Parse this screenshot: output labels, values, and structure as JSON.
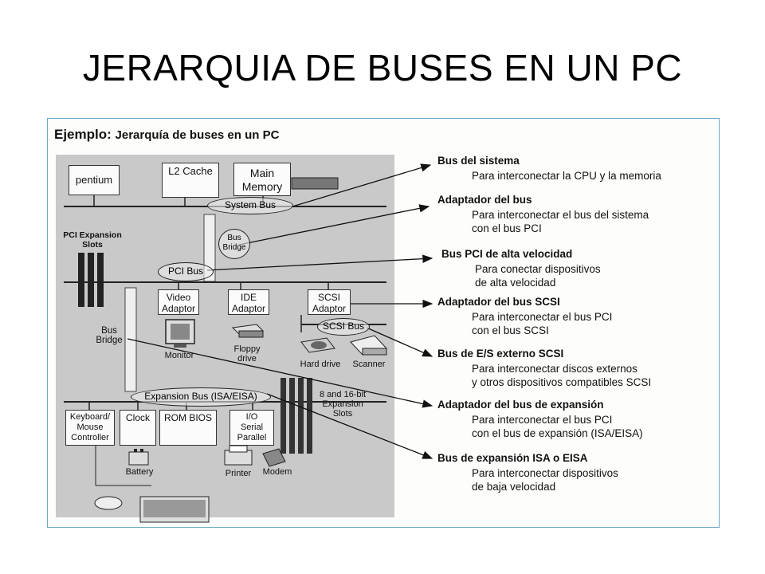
{
  "slide": {
    "title": "JERARQUIA DE BUSES EN UN PC"
  },
  "figure": {
    "heading_bold": "Ejemplo:",
    "heading_rest": "Jerarquía de buses en un PC",
    "components": {
      "pentium": "pentium",
      "l2_cache": "L2 Cache",
      "main_memory_1": "Main",
      "main_memory_2": "Memory",
      "system_bus": "System Bus",
      "bus_bridge_top_1": "Bus",
      "bus_bridge_top_2": "Bridge",
      "pci_slots_1": "PCI Expansion",
      "pci_slots_2": "Slots",
      "pci_bus": "PCI Bus",
      "video_adaptor_1": "Video",
      "video_adaptor_2": "Adaptor",
      "ide_adaptor_1": "IDE",
      "ide_adaptor_2": "Adaptor",
      "scsi_adaptor_1": "SCSI",
      "scsi_adaptor_2": "Adaptor",
      "scsi_bus": "SCSI Bus",
      "monitor": "Monitor",
      "floppy_1": "Floppy",
      "floppy_2": "drive",
      "hard_drive": "Hard drive",
      "scanner": "Scanner",
      "bus_bridge_low_1": "Bus",
      "bus_bridge_low_2": "Bridge",
      "expansion_bus": "Expansion Bus (ISA/EISA)",
      "isa_slots_1": "8 and 16-bit",
      "isa_slots_2": "Expansion",
      "isa_slots_3": "Slots",
      "kbd_1": "Keyboard/",
      "kbd_2": "Mouse",
      "kbd_3": "Controller",
      "clock": "Clock",
      "rom_bios": "ROM BIOS",
      "io_1": "I/O",
      "io_2": "Serial",
      "io_3": "Parallel",
      "battery": "Battery",
      "printer": "Printer",
      "modem": "Modem"
    },
    "annotations": [
      {
        "title": "Bus del sistema",
        "lines": [
          "Para interconectar la CPU y la memoria"
        ]
      },
      {
        "title": "Adaptador del bus",
        "lines": [
          "Para interconectar el bus del sistema",
          "con el bus PCI"
        ]
      },
      {
        "title": "Bus PCI de alta velocidad",
        "lines": [
          "Para conectar dispositivos",
          "de alta velocidad"
        ]
      },
      {
        "title": "Adaptador del bus SCSI",
        "lines": [
          "Para interconectar el bus PCI",
          "con el bus SCSI"
        ]
      },
      {
        "title": "Bus de E/S externo SCSI",
        "lines": [
          "Para interconectar discos externos",
          "y otros dispositivos compatibles SCSI"
        ]
      },
      {
        "title": "Adaptador del bus de expansión",
        "lines": [
          "Para interconectar el bus PCI",
          "con el bus de expansión (ISA/EISA)"
        ]
      },
      {
        "title": "Bus de expansión ISA o EISA",
        "lines": [
          "Para interconectar dispositivos",
          "de baja velocidad"
        ]
      }
    ]
  },
  "colors": {
    "frame_border": "#6fa8c8",
    "panel_gray": "#c9c9c9",
    "ink": "#111111"
  }
}
